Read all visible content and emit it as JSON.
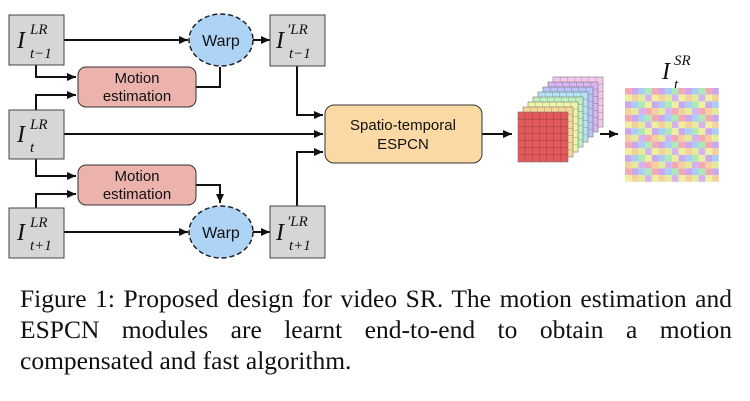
{
  "diagram": {
    "inputs": {
      "prev": {
        "base": "I",
        "sub": "t−1",
        "sup": "LR"
      },
      "curr": {
        "base": "I",
        "sub": "t",
        "sup": "LR"
      },
      "next": {
        "base": "I",
        "sub": "t+1",
        "sup": "LR"
      }
    },
    "warped": {
      "prev": {
        "base": "I",
        "sub": "t−1",
        "sup": "′LR"
      },
      "next": {
        "base": "I",
        "sub": "t+1",
        "sup": "′LR"
      }
    },
    "warp_label": "Warp",
    "motion_label_line1": "Motion",
    "motion_label_line2": "estimation",
    "espcn_line1": "Spatio-temporal",
    "espcn_line2": "ESPCN",
    "output": {
      "base": "I",
      "sub": "t",
      "sup": "SR"
    },
    "colors": {
      "input_box": "#d6d6d6",
      "warp_fill": "#aed3f5",
      "motion_fill": "#ecb3ad",
      "espcn_fill": "#fbd9a4"
    }
  },
  "caption": "Figure 1: Proposed design for video SR. The motion estimation and ESPCN modules are learnt end-to-end to obtain a motion compensated and fast algorithm."
}
